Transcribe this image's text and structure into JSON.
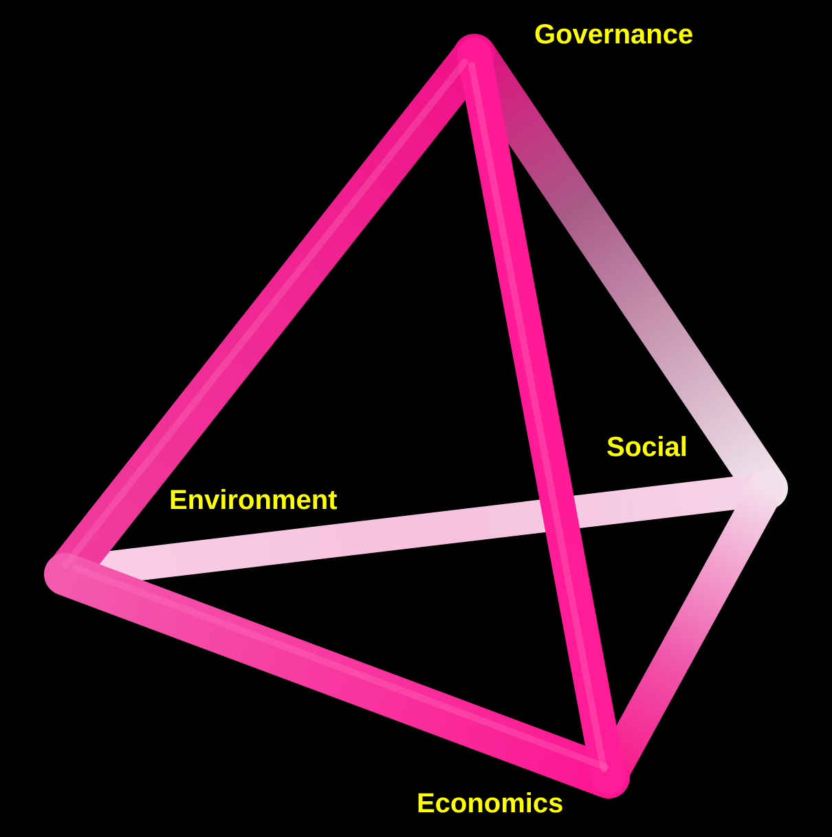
{
  "diagram": {
    "background_color": "#000000",
    "label_color": "#FFFF00",
    "edge_color_solid": "#FF1493",
    "edge_color_faded": "#F8BBD9",
    "vertices": {
      "governance": {
        "label": "Governance"
      },
      "social": {
        "label": "Social"
      },
      "environment": {
        "label": "Environment"
      },
      "economics": {
        "label": "Economics"
      }
    }
  }
}
